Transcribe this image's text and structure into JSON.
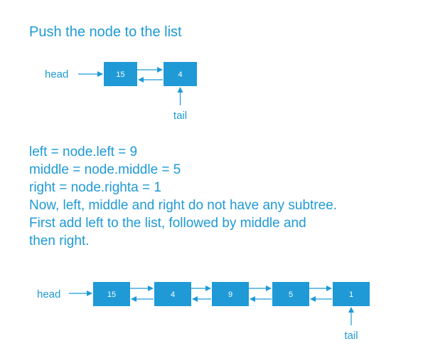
{
  "heading": "Push the node to the list",
  "diagram1": {
    "head_label": "head",
    "tail_label": "tail",
    "nodes": [
      "15",
      "4"
    ]
  },
  "text_lines": [
    "left = node.left  =  9",
    "middle = node.middle  = 5",
    "right = node.righta  =  1",
    "Now, left, middle and right do not have any subtree.",
    "First add left to the list, followed by middle and",
    "then right."
  ],
  "diagram2": {
    "head_label": "head",
    "tail_label": "tail",
    "nodes": [
      "15",
      "4",
      "9",
      "5",
      "1"
    ]
  },
  "colors": {
    "accent": "#1f9ad6",
    "background": "#ffffff",
    "node_text": "#ffffff"
  }
}
